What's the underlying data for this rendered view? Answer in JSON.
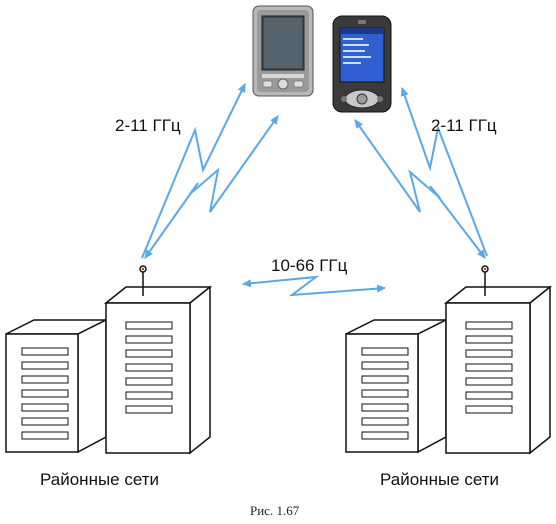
{
  "links": {
    "left_freq": "2-11 ГГц",
    "right_freq": "2-11 ГГц",
    "middle_freq": "10-66 ГГц"
  },
  "buildings": {
    "left_label": "Районные сети",
    "right_label": "Районные сети"
  },
  "caption": "Рис. 1.67",
  "colors": {
    "link": "#5aa9e6",
    "outline": "#111111",
    "pda_body": "#9a9a9a",
    "phone_body": "#3a3a3a",
    "phone_screen": "#2f5fd0"
  },
  "icons": [
    "pda-icon",
    "smartphone-icon",
    "antenna-icon",
    "building-icon"
  ]
}
